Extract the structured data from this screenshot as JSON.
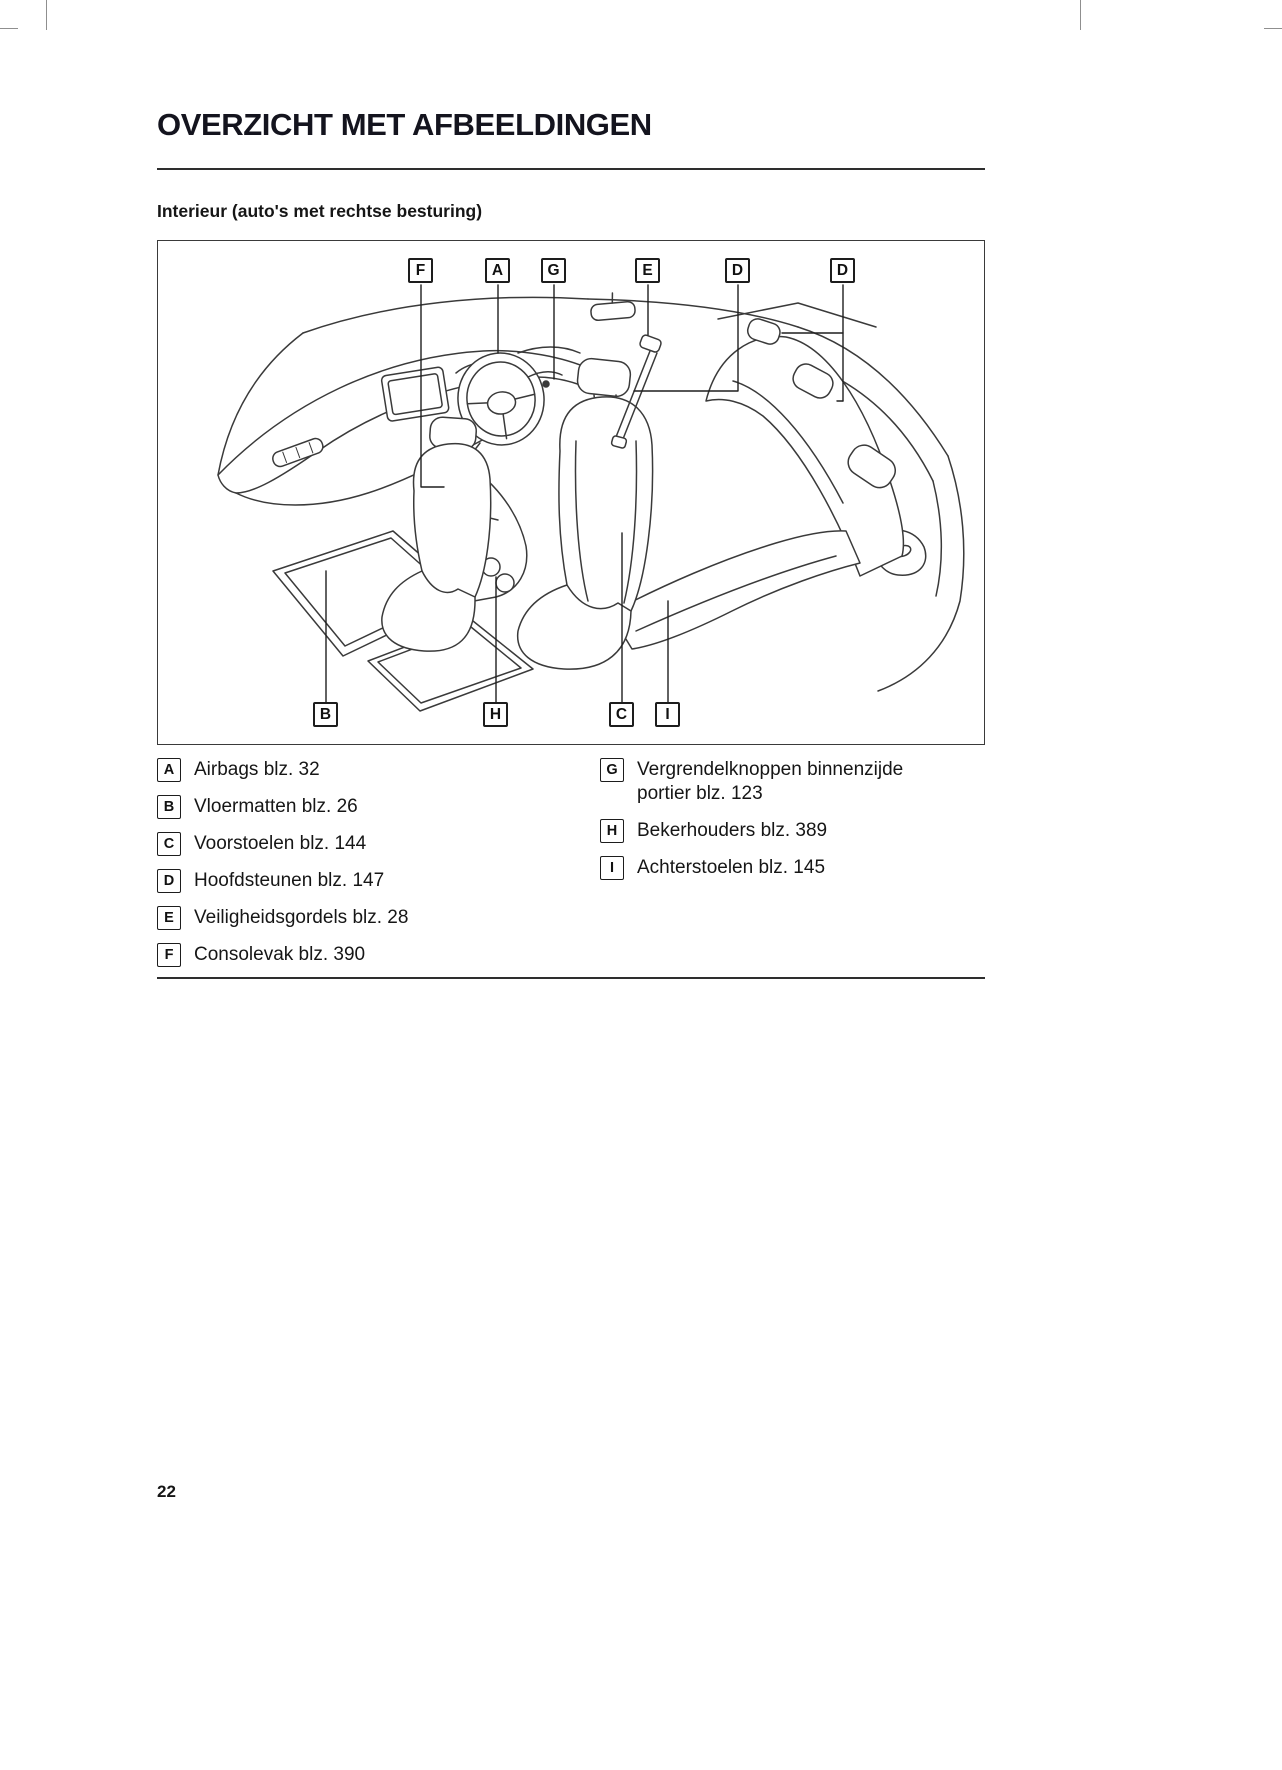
{
  "page": {
    "title": "OVERZICHT MET AFBEELDINGEN",
    "subtitle": "Interieur (auto's met rechtse besturing)",
    "page_number": "22"
  },
  "figure": {
    "description": "Line drawing of car interior, right-hand drive",
    "callouts": [
      {
        "label": "F"
      },
      {
        "label": "A"
      },
      {
        "label": "G"
      },
      {
        "label": "E"
      },
      {
        "label": "D"
      },
      {
        "label": "D"
      },
      {
        "label": "B"
      },
      {
        "label": "H"
      },
      {
        "label": "C"
      },
      {
        "label": "I"
      }
    ]
  },
  "legend": {
    "left": [
      {
        "key": "A",
        "text": "Airbags blz. 32"
      },
      {
        "key": "B",
        "text": "Vloermatten blz. 26"
      },
      {
        "key": "C",
        "text": "Voorstoelen blz. 144"
      },
      {
        "key": "D",
        "text": "Hoofdsteunen blz. 147"
      },
      {
        "key": "E",
        "text": "Veiligheidsgordels blz. 28"
      },
      {
        "key": "F",
        "text": "Consolevak blz. 390"
      }
    ],
    "right": [
      {
        "key": "G",
        "text": "Vergrendelknoppen binnenzijde portier blz. 123"
      },
      {
        "key": "H",
        "text": "Bekerhouders blz. 389"
      },
      {
        "key": "I",
        "text": "Achterstoelen blz. 145"
      }
    ]
  }
}
